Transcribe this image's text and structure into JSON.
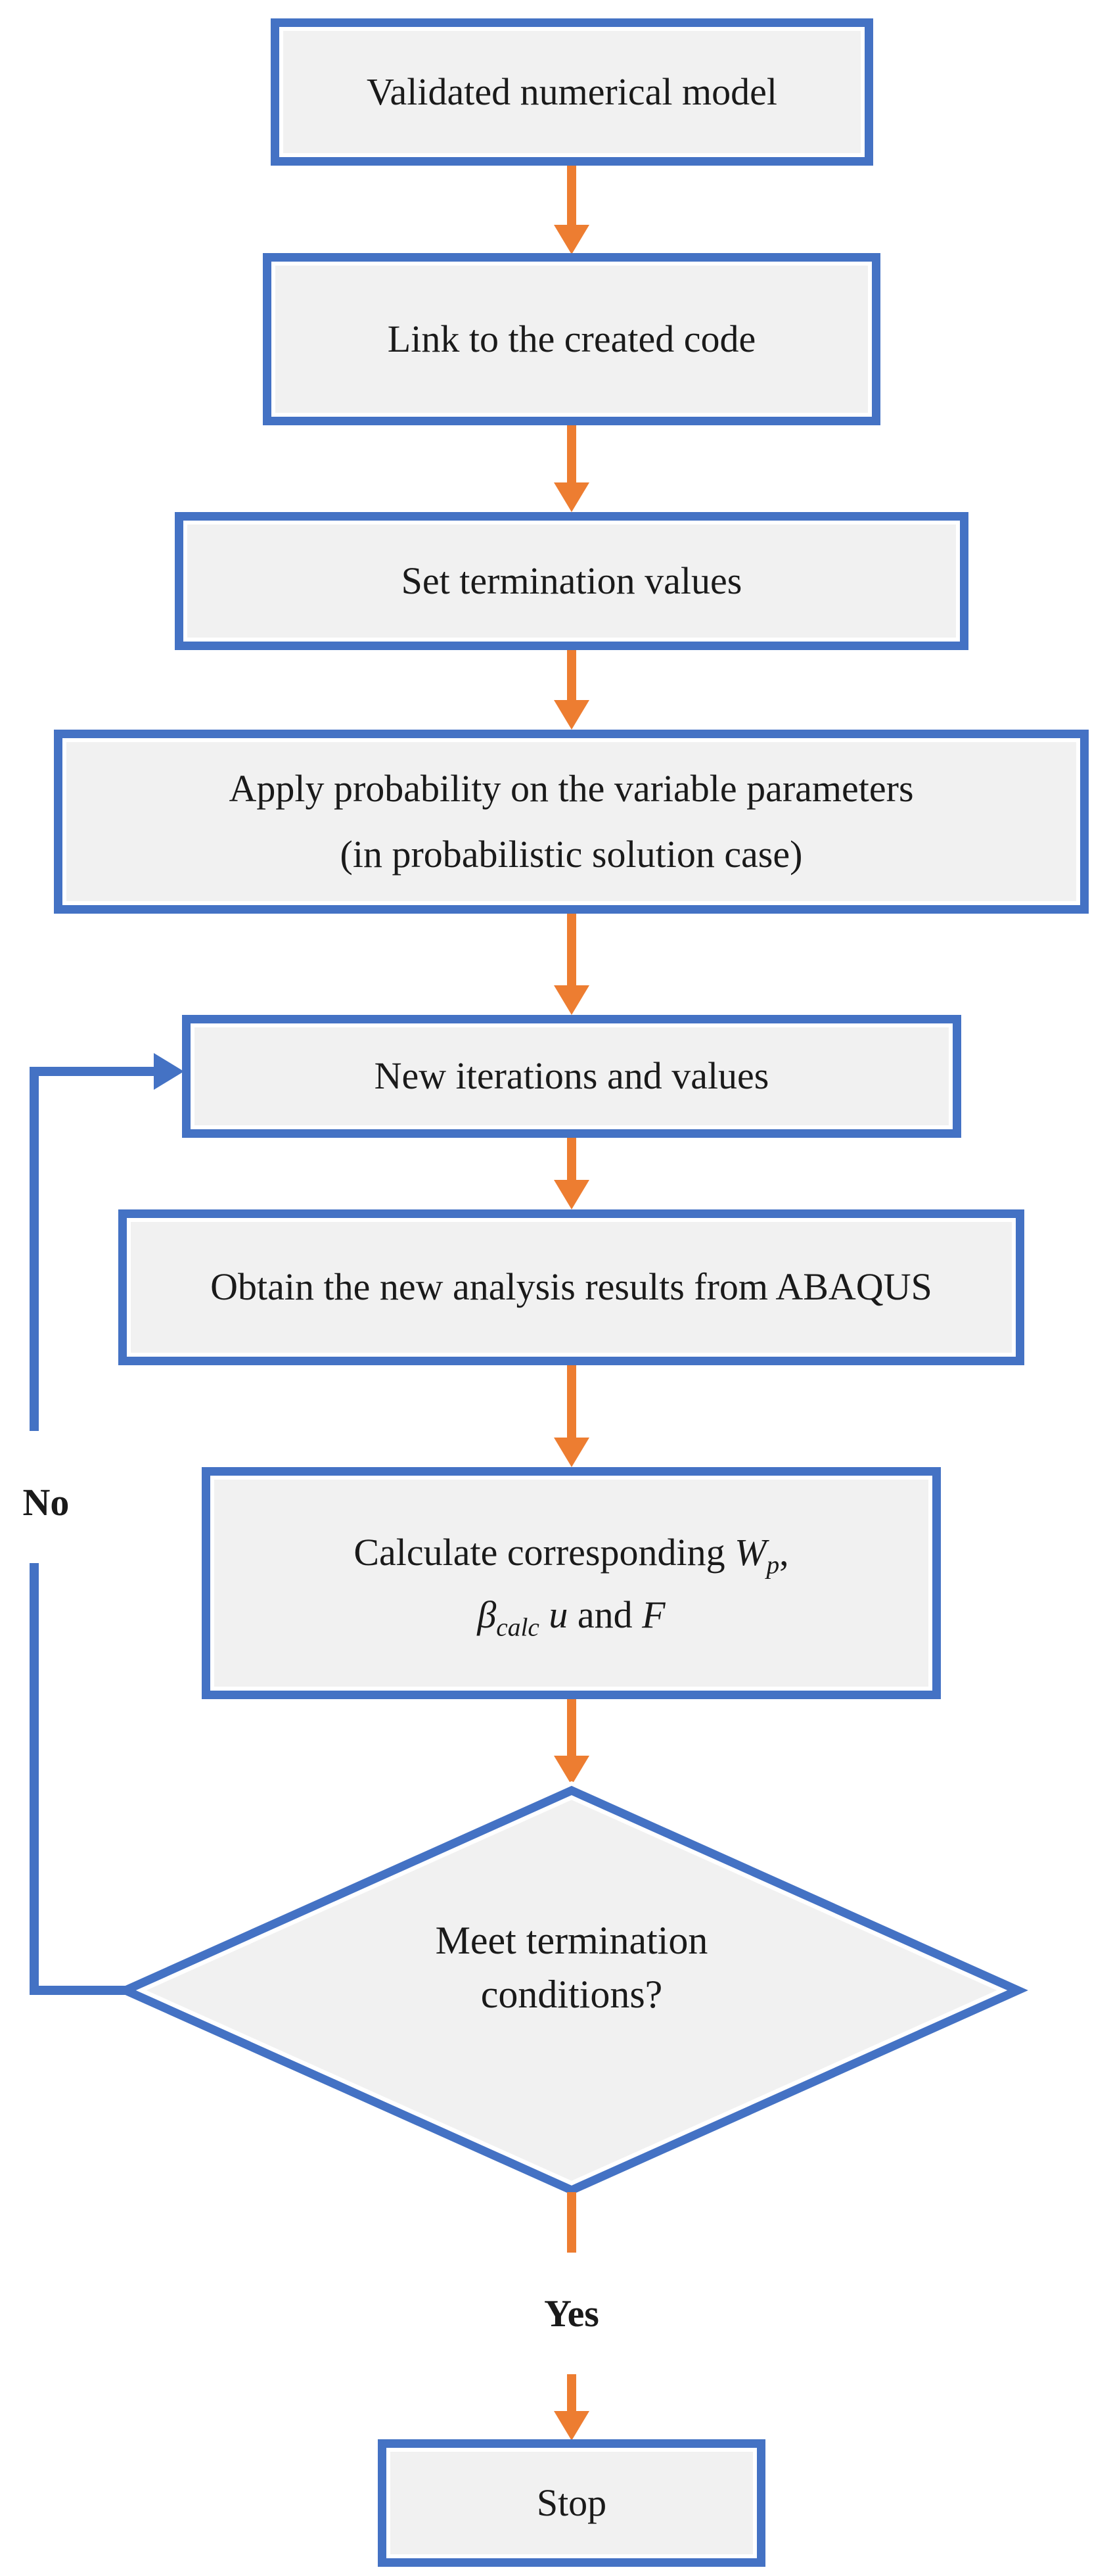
{
  "flowchart": {
    "nodes": {
      "validated": {
        "label": "Validated numerical model"
      },
      "link_code": {
        "label": "Link to the created code"
      },
      "set_termination": {
        "label": "Set termination values"
      },
      "apply_probability": {
        "line1": "Apply probability on the variable parameters",
        "line2": "(in probabilistic solution case)"
      },
      "new_iterations": {
        "label": "New iterations and values"
      },
      "obtain_results": {
        "label": "Obtain the new analysis results from ABAQUS"
      },
      "calculate": {
        "prefix": "Calculate corresponding",
        "w_symbol": "W",
        "w_subscript": "p",
        "comma": ",",
        "beta_symbol": "β",
        "beta_subscript": "calc",
        "u_symbol": "u",
        "and_word": "and",
        "f_symbol": "F"
      },
      "decision": {
        "line1": "Meet termination",
        "line2": "conditions?"
      },
      "stop": {
        "label": "Stop"
      }
    },
    "edge_labels": {
      "no": "No",
      "yes": "Yes"
    },
    "colors": {
      "node_border": "#4472C4",
      "node_fill": "#F1F1F1",
      "arrow": "#ED7D31",
      "text": "#1A1A1A"
    }
  }
}
